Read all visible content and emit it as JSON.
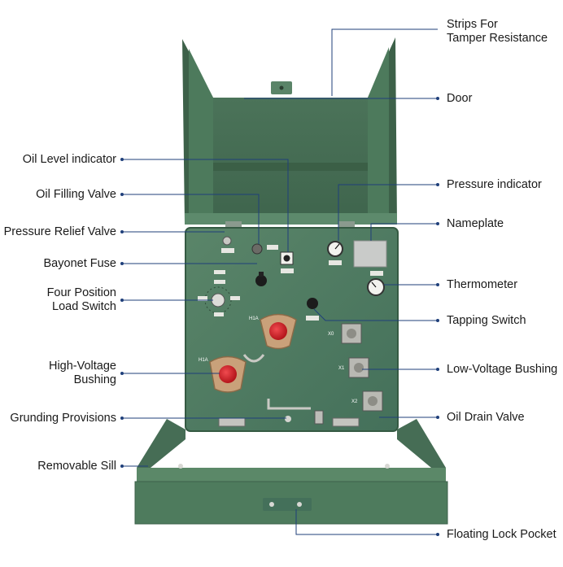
{
  "labels": {
    "strips": {
      "line1": "Strips For",
      "line2": "Tamper Resistance"
    },
    "door": "Door",
    "oil_level": "Oil Level indicator",
    "oil_filling": "Oil Filling Valve",
    "pressure_indicator": "Pressure indicator",
    "pressure_relief": "Pressure Relief Valve",
    "nameplate": "Nameplate",
    "bayonet_fuse": "Bayonet Fuse",
    "four_position": {
      "line1": "Four Position",
      "line2": "Load Switch"
    },
    "thermometer": "Thermometer",
    "tapping_switch": "Tapping Switch",
    "hv_bushing": {
      "line1": "High-Voltage",
      "line2": "Bushing"
    },
    "lv_bushing": "Low-Voltage Bushing",
    "grounding": "Grunding Provisions",
    "oil_drain": "Oil Drain Valve",
    "removable_sill": "Removable Sill",
    "floating_lock": "Floating Lock Pocket"
  },
  "panel_tags": {
    "h1a_left": "H1A",
    "h1a_right": "H1A",
    "x0": "X0",
    "x1": "X1",
    "x2": "X2"
  },
  "colors": {
    "enclosure": "#4f7a5e",
    "enclosure_dark": "#3a5e48",
    "enclosure_light": "#6a9577",
    "leader": "#1f3f7a",
    "bushing": "#c9a17a",
    "bushing_cap": "#d8232a"
  }
}
